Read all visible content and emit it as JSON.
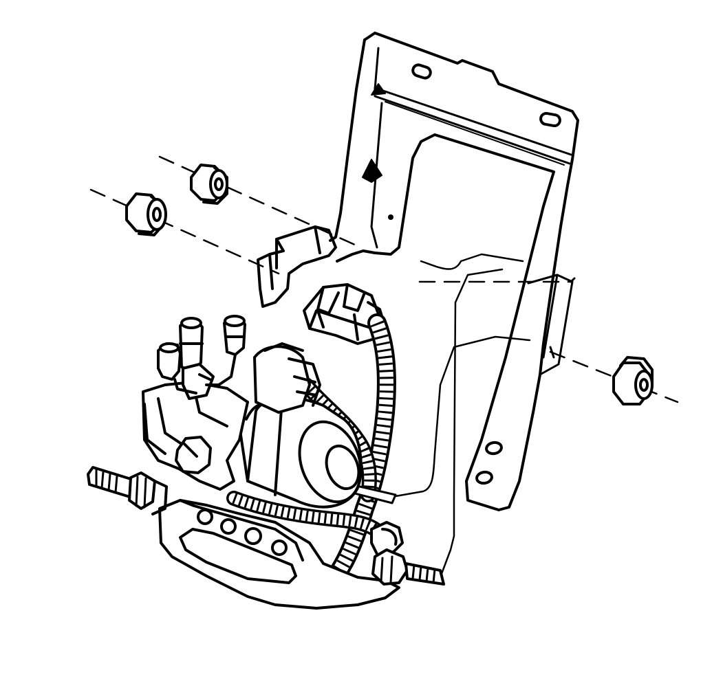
{
  "diagram": {
    "background": "#ffffff",
    "ink": "#000000",
    "parts": [
      "mounting-bracket",
      "bracket-mounting-tab",
      "nut",
      "nut",
      "nut",
      "wiring-harness",
      "harness-connector",
      "pump-motor",
      "valve-body",
      "mounting-stud",
      "mounting-stud",
      "hydraulic-fitting",
      "hydraulic-fitting"
    ]
  }
}
